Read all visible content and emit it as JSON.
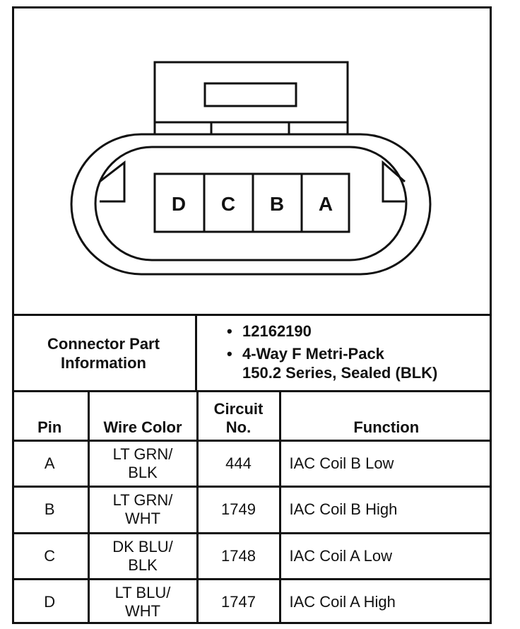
{
  "connector": {
    "pins": [
      "D",
      "C",
      "B",
      "A"
    ]
  },
  "part_info": {
    "label_lines": [
      "Connector Part",
      "Information"
    ],
    "bullets": [
      {
        "lines": [
          "12162190"
        ]
      },
      {
        "lines": [
          "4-Way F Metri-Pack",
          "150.2 Series, Sealed (BLK)"
        ]
      }
    ]
  },
  "table": {
    "headers": {
      "pin": "Pin",
      "wire_color": "Wire Color",
      "circuit_line1": "Circuit",
      "circuit_line2": "No.",
      "function": "Function"
    },
    "rows": [
      {
        "pin": "A",
        "wire_color_1": "LT GRN/",
        "wire_color_2": "BLK",
        "circuit": "444",
        "function": "IAC Coil B Low"
      },
      {
        "pin": "B",
        "wire_color_1": "LT GRN/",
        "wire_color_2": "WHT",
        "circuit": "1749",
        "function": "IAC Coil B High"
      },
      {
        "pin": "C",
        "wire_color_1": "DK BLU/",
        "wire_color_2": "BLK",
        "circuit": "1748",
        "function": "IAC Coil A Low"
      },
      {
        "pin": "D",
        "wire_color_1": "LT BLU/",
        "wire_color_2": "WHT",
        "circuit": "1747",
        "function": "IAC Coil A High"
      }
    ]
  }
}
